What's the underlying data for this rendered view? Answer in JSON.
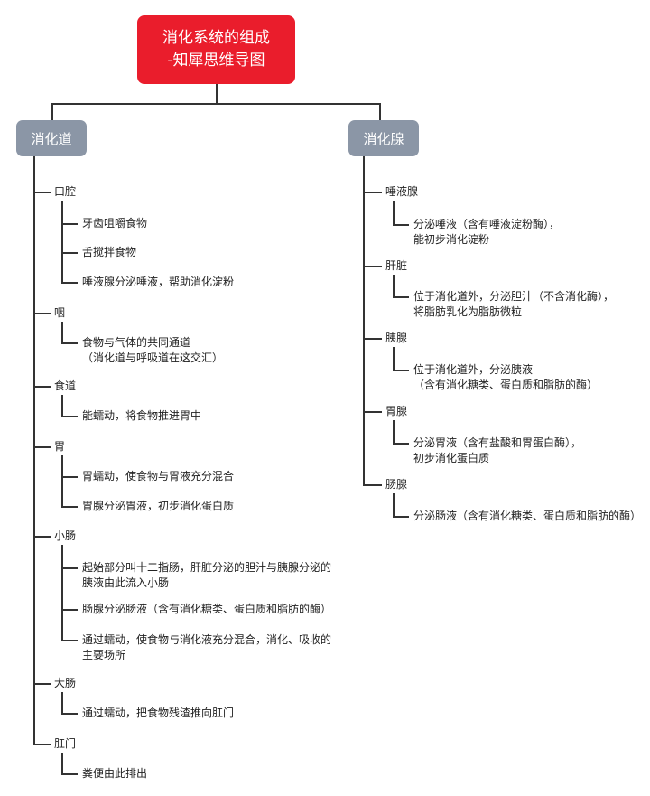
{
  "title": {
    "line1": "消化系统的组成",
    "line2": "-知犀思维导图"
  },
  "left": {
    "label": "消化道",
    "groups": [
      {
        "label": "口腔",
        "items": [
          [
            "牙齿咀嚼食物"
          ],
          [
            "舌搅拌食物"
          ],
          [
            "唾液腺分泌唾液，帮助消化淀粉"
          ]
        ]
      },
      {
        "label": "咽",
        "items": [
          [
            "食物与气体的共同通道",
            "（消化道与呼吸道在这交汇）"
          ]
        ]
      },
      {
        "label": "食道",
        "items": [
          [
            "能蠕动，将食物推进胃中"
          ]
        ]
      },
      {
        "label": "胃",
        "items": [
          [
            "胃蠕动，使食物与胃液充分混合"
          ],
          [
            "胃腺分泌胃液，初步消化蛋白质"
          ]
        ]
      },
      {
        "label": "小肠",
        "items": [
          [
            "起始部分叫十二指肠，肝脏分泌的胆汁与胰腺分泌的",
            "胰液由此流入小肠"
          ],
          [
            "肠腺分泌肠液（含有消化糖类、蛋白质和脂肪的酶）"
          ],
          [
            "通过蠕动，使食物与消化液充分混合，消化、吸收的",
            "主要场所"
          ]
        ]
      },
      {
        "label": "大肠",
        "items": [
          [
            "通过蠕动，把食物残渣推向肛门"
          ]
        ]
      },
      {
        "label": "肛门",
        "items": [
          [
            "粪便由此排出"
          ]
        ]
      }
    ]
  },
  "right": {
    "label": "消化腺",
    "groups": [
      {
        "label": "唾液腺",
        "items": [
          [
            "分泌唾液（含有唾液淀粉酶），",
            "能初步消化淀粉"
          ]
        ]
      },
      {
        "label": "肝脏",
        "items": [
          [
            "位于消化道外，分泌胆汁（不含消化酶），",
            "将脂肪乳化为脂肪微粒"
          ]
        ]
      },
      {
        "label": "胰腺",
        "items": [
          [
            "位于消化道外，分泌胰液",
            "（含有消化糖类、蛋白质和脂肪的酶）"
          ]
        ]
      },
      {
        "label": "胃腺",
        "items": [
          [
            "分泌胃液（含有盐酸和胃蛋白酶），",
            "初步消化蛋白质"
          ]
        ]
      },
      {
        "label": "肠腺",
        "items": [
          [
            "分泌肠液（含有消化糖类、蛋白质和脂肪的酶）"
          ]
        ]
      }
    ]
  }
}
